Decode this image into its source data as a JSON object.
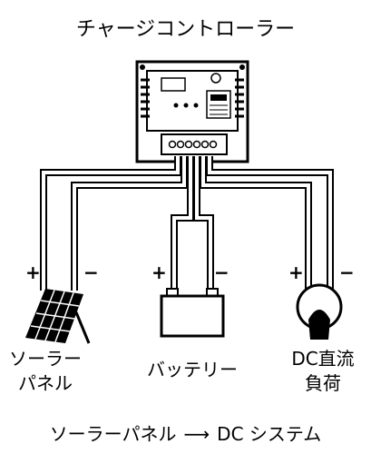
{
  "title": "チャージコントローラー",
  "controller": {
    "leds": 3,
    "terminals": 6
  },
  "terminals": {
    "plus": "+",
    "minus": "−"
  },
  "devices": {
    "solar_panel": {
      "line1": "ソーラー",
      "line2": "パネル"
    },
    "battery": {
      "label": "バッテリー"
    },
    "dc_load": {
      "line1": "DC直流",
      "line2": "負荷"
    }
  },
  "flow": {
    "from": "ソーラーパネル",
    "arrow": "⟶",
    "to": "DC システム"
  }
}
